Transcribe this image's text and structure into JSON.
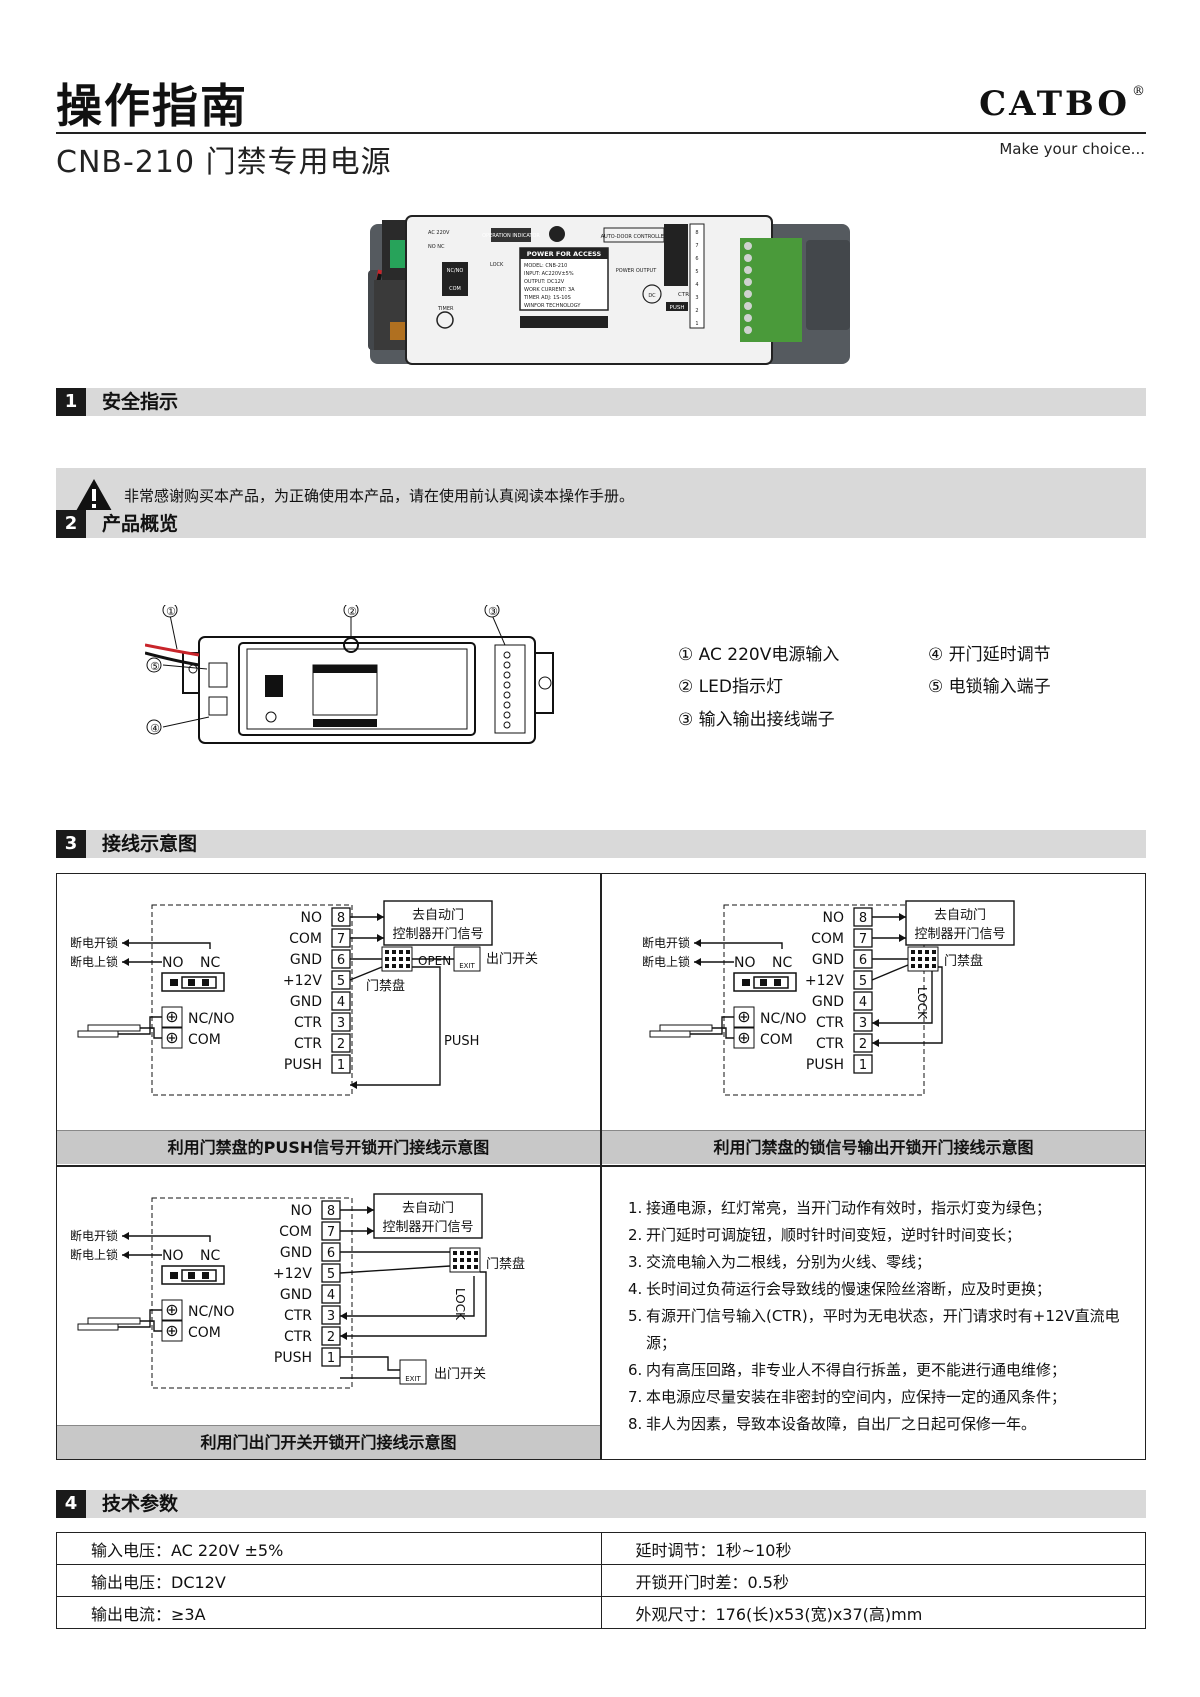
{
  "header": {
    "title": "操作指南",
    "subtitle": "CNB-210 门禁专用电源",
    "brand": "CATBO",
    "registered_mark": "®",
    "tagline": "Make  your choice..."
  },
  "device_labels": {
    "operation_indicator": "OPERATION INDICATOR",
    "auto_door": "AUTO-DOOR CONTROLLER",
    "power_for_access": "POWER FOR ACCESS",
    "model": "MODEL: CNB-210",
    "input": "INPUT: AC220V±5%",
    "output": "OUTPUT: DC12V",
    "work_current": "WORK CURRENT: 3A",
    "timer_adj": "TIMER ADJ: 1S-10S",
    "maker": "WINFOR TECHNOLOGY",
    "power_output": "POWER OUTPUT",
    "ac": "AC 220V",
    "nc_no": "NC/NO",
    "com": "COM",
    "lock": "LOCK",
    "timer": "TIMER",
    "no_nc": "NO  NC",
    "dc": "DC",
    "ctr": "CTR",
    "push": "PUSH"
  },
  "sections": {
    "s1": {
      "num": "1",
      "title": "安全指示"
    },
    "s2": {
      "num": "2",
      "title": "产品概览"
    },
    "s3": {
      "num": "3",
      "title": "接线示意图"
    },
    "s4": {
      "num": "4",
      "title": "技术参数"
    }
  },
  "safety_notice": "非常感谢购买本产品，为正确使用本产品，请在使用前认真阅读本操作手册。",
  "overview": {
    "callouts": [
      "①",
      "②",
      "③",
      "④",
      "⑤"
    ],
    "legend": [
      "① AC 220V电源输入",
      "② LED指示灯",
      "③ 输入输出接线端子",
      "④ 开门延时调节",
      "⑤ 电锁输入端子"
    ]
  },
  "wiring": {
    "terminals": [
      "NO",
      "COM",
      "GND",
      "+12V",
      "GND",
      "CTR",
      "CTR",
      "PUSH"
    ],
    "numbers": [
      "8",
      "7",
      "6",
      "5",
      "4",
      "3",
      "2",
      "1"
    ],
    "power_off_unlock": "断电开锁",
    "power_off_lock": "断电上锁",
    "jumper_no": "NO",
    "jumper_nc": "NC",
    "lock_ncno": "NC/NO",
    "lock_com": "COM",
    "auto_door_line1": "去自动门",
    "auto_door_line2": "控制器开门信号",
    "keypad": "门禁盘",
    "open": "OPEN",
    "exit": "EXIT",
    "exit_switch": "出门开关",
    "push": "PUSH",
    "lock": "LOCK",
    "captions": [
      "利用门禁盘的PUSH信号开锁开门接线示意图",
      "利用门禁盘的锁信号输出开锁开门接线示意图",
      "利用门出门开关开锁开门接线示意图"
    ]
  },
  "notes": [
    {
      "num": "1.",
      "text": "接通电源，红灯常亮，当开门动作有效时，指示灯变为绿色；"
    },
    {
      "num": "2.",
      "text": "开门延时可调旋钮，顺时针时间变短，逆时针时间变长；"
    },
    {
      "num": "3.",
      "text": "交流电输入为二根线，分别为火线、零线；"
    },
    {
      "num": "4.",
      "text": "长时间过负荷运行会导致线的慢速保险丝溶断，应及时更换；"
    },
    {
      "num": "5.",
      "text": "有源开门信号输入(CTR)，平时为无电状态，开门请求时有+12V直流电源；"
    },
    {
      "num": "6.",
      "text": "内有高压回路，非专业人不得自行拆盖，更不能进行通电维修；"
    },
    {
      "num": "7.",
      "text": "本电源应尽量安装在非密封的空间内，应保持一定的通风条件；"
    },
    {
      "num": "8.",
      "text": "非人为因素，导致本设备故障，自出厂之日起可保修一年。"
    }
  ],
  "specs": [
    [
      "输入电压：AC 220V ±5%",
      "延时调节：1秒~10秒"
    ],
    [
      "输出电压：DC12V",
      "开锁开门时差：0.5秒"
    ],
    [
      "输出电流：≥3A",
      "外观尺寸：176(长)x53(宽)x37(高)mm"
    ]
  ]
}
